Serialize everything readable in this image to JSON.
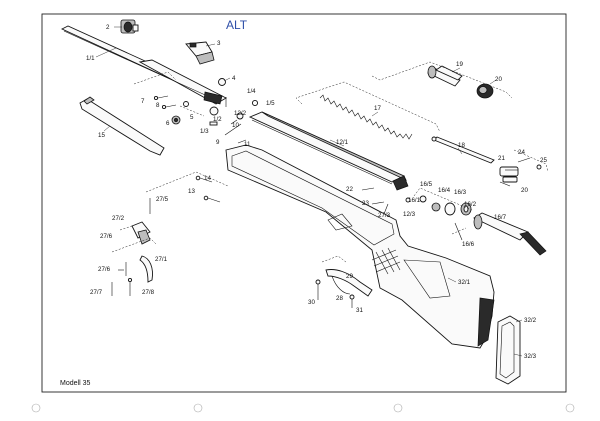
{
  "annotation": "ALT",
  "model_label": "Modell 35",
  "labels": {
    "p1_1": "1/1",
    "p2": "2",
    "p3": "3",
    "p4": "4",
    "p5": "5",
    "p6": "6",
    "p7": "7",
    "p8": "8",
    "p9": "9",
    "p10": "10",
    "p1_2": "1/2",
    "p1_3": "1/3",
    "p1_4": "1/4",
    "p1_5": "1/5",
    "p11": "11",
    "p12_1": "12/1",
    "p12_2": "12/2",
    "p12_3": "12/3",
    "p13": "13",
    "p14": "14",
    "p15": "15",
    "p16_1": "16/1",
    "p16_2": "16/2",
    "p16_3": "16/3",
    "p16_4": "16/4",
    "p16_5": "16/5",
    "p16_6": "16/6",
    "p16_7": "16/7",
    "p17": "17",
    "p18": "18",
    "p19": "19",
    "p20": "20",
    "p21": "21",
    "p22": "22",
    "p23": "23",
    "p24": "24",
    "p25": "25",
    "p27_1": "27/1",
    "p27_2": "27/2",
    "p27_3": "27/3",
    "p27_5": "27/5",
    "p27_6": "27/6",
    "p27_7": "27/7",
    "p27_8": "27/8",
    "p28": "28",
    "p29": "29",
    "p30": "30",
    "p31": "31",
    "p32_1": "32/1",
    "p32_2": "32/2",
    "p32_3": "32/3"
  }
}
